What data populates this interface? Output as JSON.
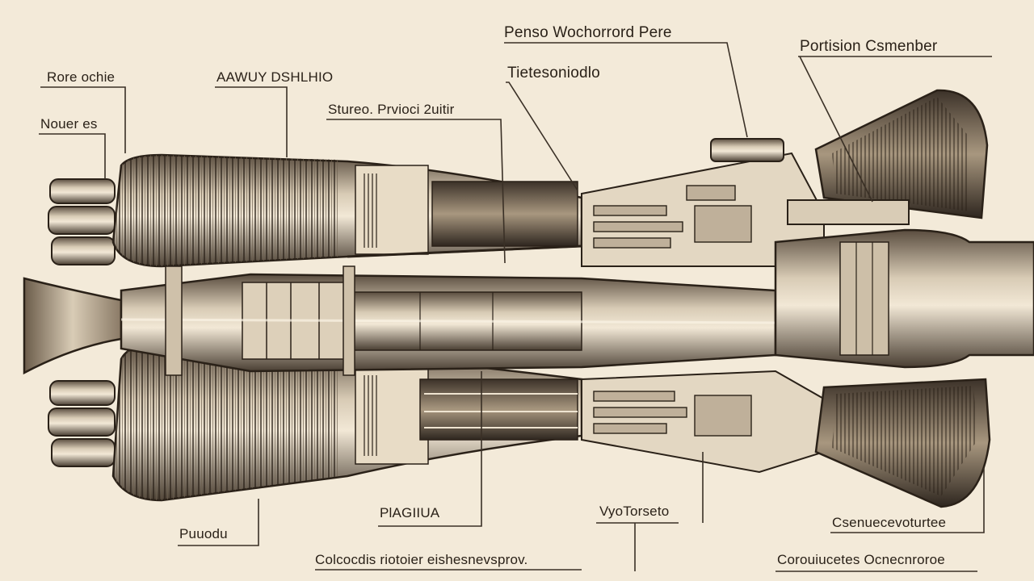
{
  "colors": {
    "paper": "#f3ead9",
    "ink": "#2a2118",
    "metal_dark": "#4a3f33",
    "metal_mid": "#9a8b78",
    "metal_light": "#e2d6c2",
    "leader": "#3a3026"
  },
  "labels": {
    "top_center": "Penso Wochorrord Pere",
    "top_right": "Portision Csmenber",
    "top_center_sub": "Tietesoniodlo",
    "left_top": "Rore ochie",
    "left_mid": "Nouer es",
    "upper_left_center": "AAWUY DSHLHIO",
    "upper_center": "Stureo. Prvioci 2uitir",
    "bottom_left": "Puuodu",
    "bottom_left_center": "PlAGIIUA",
    "bottom_center": "VyoTorseto",
    "bottom_right_upper": "Csenuecevoturtee",
    "bottom_left_long": "Colcocdis riotoier eishesnevsprov.",
    "bottom_right_long": "Corouiucetes Ocnecnroroe"
  }
}
